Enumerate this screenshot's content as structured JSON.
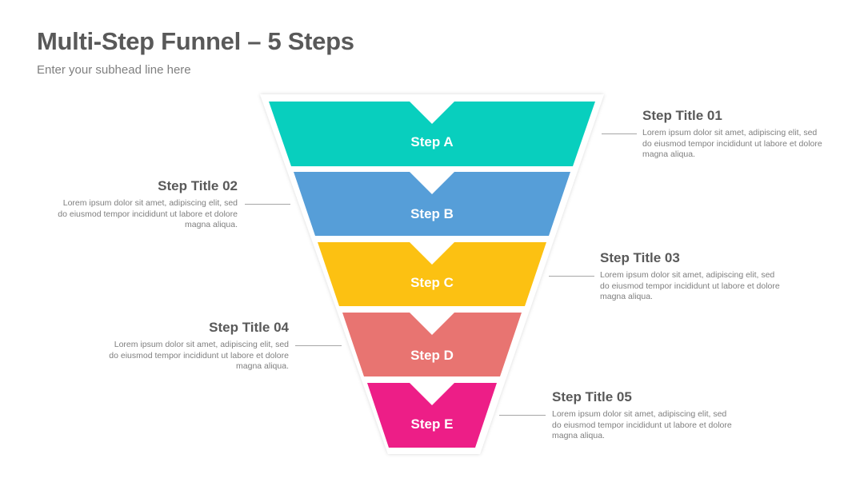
{
  "title": "Multi-Step Funnel – 5 Steps",
  "subhead": "Enter your subhead line here",
  "steps": [
    {
      "label": "Step A",
      "color": "#08CFBE",
      "callout_title": "Step Title 01",
      "callout_text": "Lorem ipsum dolor sit amet, adipiscing elit, sed do eiusmod tempor incididunt ut labore et dolore magna aliqua."
    },
    {
      "label": "Step B",
      "color": "#569ED8",
      "callout_title": "Step Title 02",
      "callout_text": "Lorem ipsum dolor sit amet, adipiscing elit, sed do eiusmod tempor incididunt ut labore et dolore magna aliqua."
    },
    {
      "label": "Step C",
      "color": "#FCC112",
      "callout_title": "Step Title 03",
      "callout_text": "Lorem ipsum dolor sit amet, adipiscing elit, sed do eiusmod tempor incididunt ut labore et dolore magna aliqua."
    },
    {
      "label": "Step D",
      "color": "#E87471",
      "callout_title": "Step Title 04",
      "callout_text": "Lorem ipsum dolor sit amet, adipiscing elit, sed do eiusmod tempor incididunt ut labore et dolore magna aliqua."
    },
    {
      "label": "Step E",
      "color": "#ED1E87",
      "callout_title": "Step Title 05",
      "callout_text": "Lorem ipsum dolor sit amet, adipiscing elit, sed do eiusmod tempor incididunt ut labore et dolore magna aliqua."
    }
  ]
}
